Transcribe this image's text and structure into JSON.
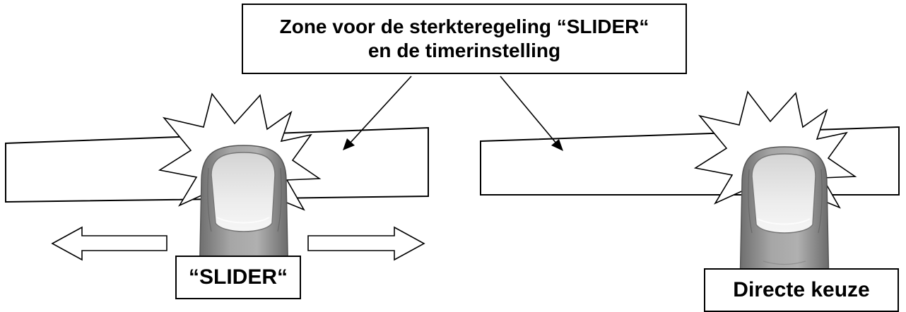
{
  "title": {
    "line1": "Zone voor de sterkteregeling “SLIDER“",
    "line2": "en de timerinstelling"
  },
  "left_panel": {
    "label": "“SLIDER“"
  },
  "right_panel": {
    "label": "Directe keuze"
  },
  "icons": [
    "touch-burst-icon",
    "finger-icon",
    "arrow-left-icon",
    "arrow-right-icon"
  ],
  "colors": {
    "outline": "#000000",
    "finger_gray": "#9a9a9a",
    "nail": "#e2e2e2"
  }
}
